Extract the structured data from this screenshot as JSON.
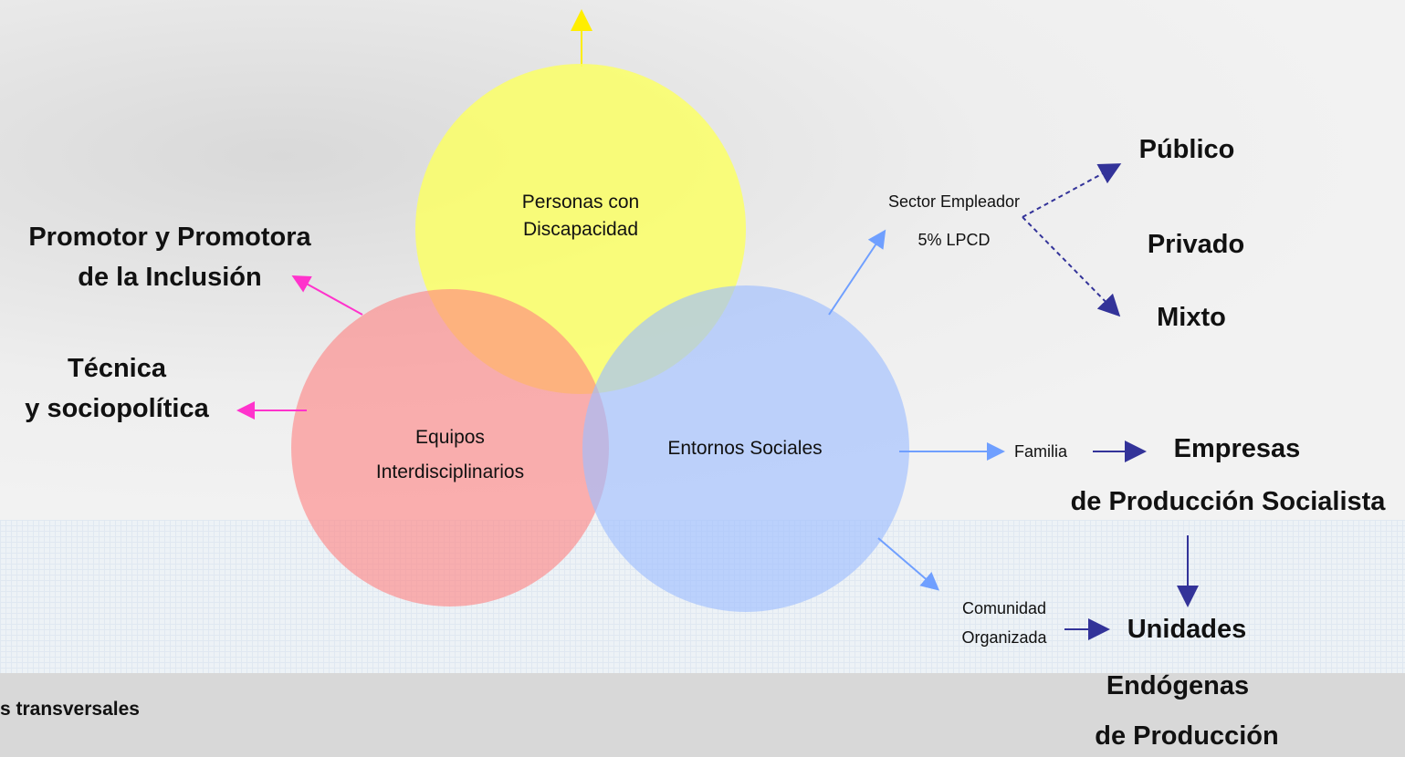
{
  "circles": {
    "yellow": {
      "label_line1": "Personas con",
      "label_line2": "Discapacidad",
      "color": "#fbff66"
    },
    "red": {
      "label_line1": "Equipos",
      "label_line2": "Interdisciplinarios",
      "color": "#ff8080"
    },
    "blue": {
      "label": "Entornos Sociales",
      "color": "#9fbfff"
    }
  },
  "left_labels": {
    "promotor_line1": "Promotor y Promotora",
    "promotor_line2": "de la Inclusión",
    "tecnica_line1": "Técnica",
    "tecnica_line2": "y sociopolítica"
  },
  "right_labels": {
    "sector_line1": "Sector Empleador",
    "sector_line2": "5% LPCD",
    "publico": "Público",
    "privado": "Privado",
    "mixto": "Mixto",
    "familia": "Familia",
    "empresas_line1": "Empresas",
    "empresas_line2": "de Producción Socialista",
    "comunidad_line1": "Comunidad",
    "comunidad_line2": "Organizada",
    "unidades": "Unidades",
    "endogenas": "Endógenas",
    "de_produccion": "de Producción"
  },
  "footer": {
    "text": "s transversales"
  },
  "colors": {
    "pink_arrow": "#ff33cc",
    "blue_arrow": "#6f9fff",
    "navy_arrow": "#333399",
    "yellow_arrow": "#ffee00"
  }
}
